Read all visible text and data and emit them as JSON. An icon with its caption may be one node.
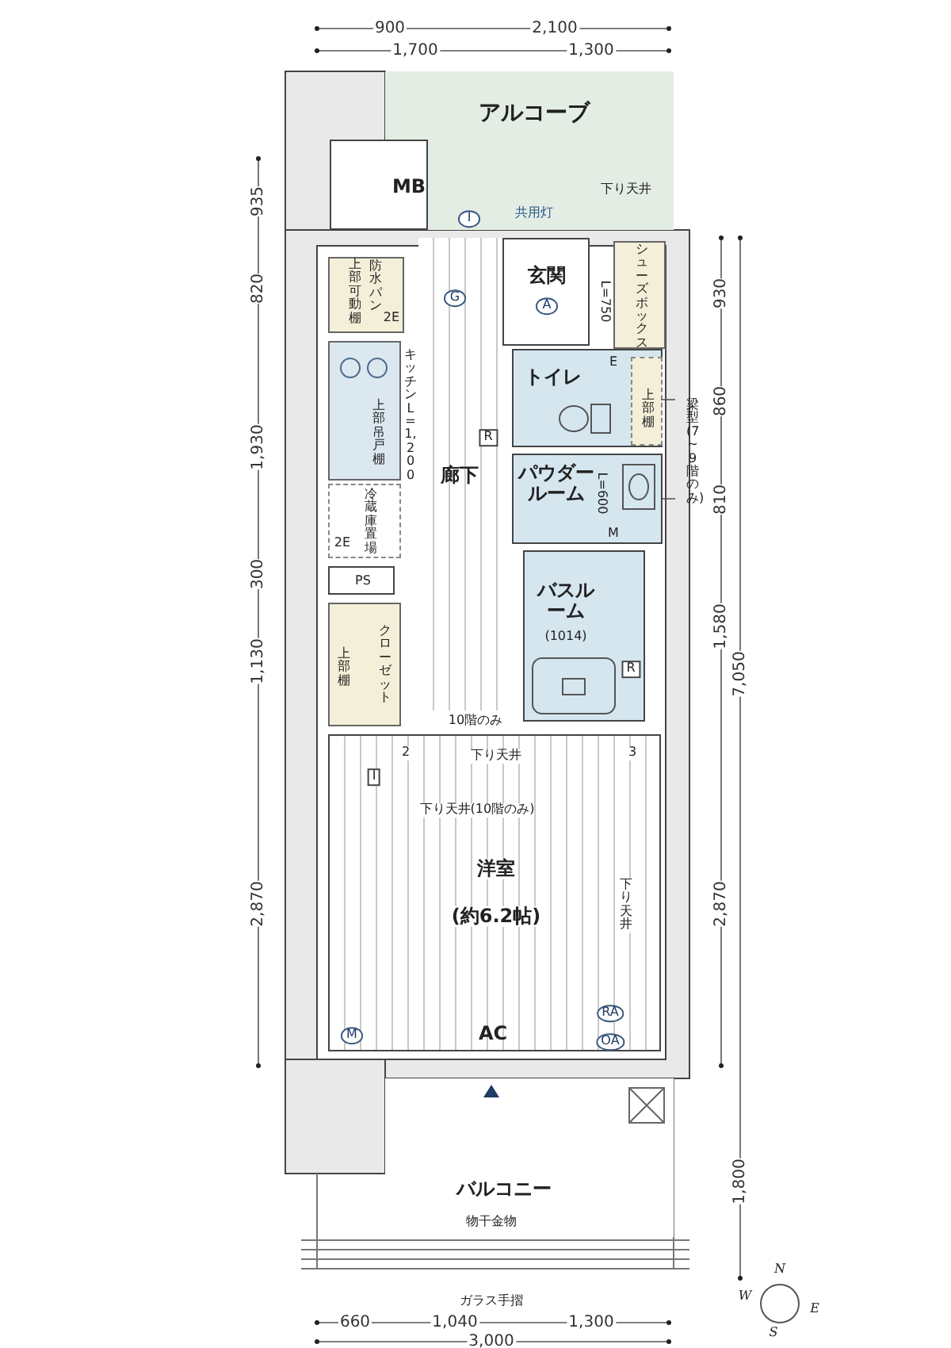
{
  "diagram": {
    "nodes": [
      {
        "text": [
          "アルコーブ",
          "下り天井",
          "共用灯",
          "I"
        ]
      },
      {
        "text": [
          "MB"
        ]
      },
      {
        "text": [
          "玄関",
          "A"
        ]
      },
      {
        "text": [
          "シューズボックス"
        ]
      },
      {
        "text": [
          "上部可動棚",
          "防水パン",
          "2E"
        ]
      },
      {
        "text": [
          "上部吊戸棚"
        ],
        "beside": [
          "キッチンL=1,200"
        ]
      },
      {
        "text": [
          "2E",
          "冷蔵庫置場"
        ]
      },
      {
        "text": [
          "PS"
        ]
      },
      {
        "text": [
          "上部棚",
          "クローゼット"
        ]
      },
      {
        "text": [
          "G",
          "廊下",
          "R"
        ]
      },
      {
        "text": [
          "トイレ",
          "E"
        ]
      },
      {
        "text": [
          "上部棚"
        ],
        "in": 10
      },
      {
        "text": [
          "パウダールーム",
          "L=600",
          "M"
        ]
      },
      {
        "text": [
          "バスルーム",
          "(1014)",
          "R"
        ]
      },
      {
        "text": [
          "2",
          "下り天井",
          "3",
          "I",
          "下り天井(10階のみ)",
          "洋室",
          "(約6.2帖)",
          "下り天井",
          "RA",
          "AC",
          "OA",
          "M"
        ]
      },
      {
        "text": [
          "バルコニー",
          "物干金物"
        ]
      },
      {
        "text": [
          "梁型(7~9階のみ)"
        ]
      }
    ],
    "edges": [
      {
        "from": 16,
        "to": 11,
        "arrow": "none"
      },
      {
        "from": 16,
        "to": 12,
        "arrow": "none"
      }
    ],
    "labels": [
      "900",
      "2,100",
      "1,700",
      "1,300",
      "935",
      "820",
      "930",
      "L=750",
      "860",
      "1,930",
      "810",
      "300",
      "1,580",
      "1,130",
      "7,050",
      "10階のみ",
      "2,870",
      "2,870",
      "1,800",
      "ガラス手摺",
      "660",
      "1,040",
      "1,300",
      "3,000",
      "N",
      "W",
      "E",
      "S"
    ]
  }
}
